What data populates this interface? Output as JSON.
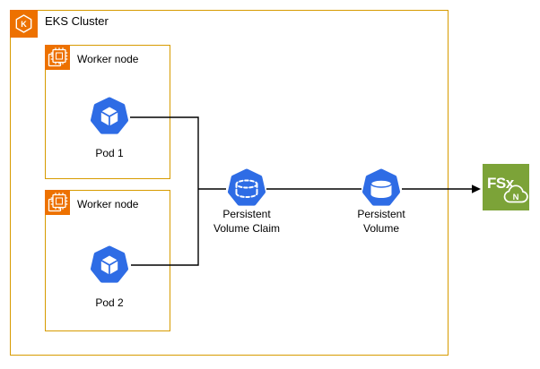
{
  "diagram": {
    "cluster": {
      "label": "EKS Cluster",
      "icon": "eks-kubernetes-icon",
      "icon_letter": "K"
    },
    "worker_nodes": [
      {
        "label": "Worker node",
        "icon": "compute-chip-icon",
        "pod": {
          "label": "Pod 1",
          "icon": "k8s-pod-icon"
        }
      },
      {
        "label": "Worker node",
        "icon": "compute-chip-icon",
        "pod": {
          "label": "Pod 2",
          "icon": "k8s-pod-icon"
        }
      }
    ],
    "pvc": {
      "label_line1": "Persistent",
      "label_line2": "Volume Claim",
      "icon": "k8s-pvc-icon"
    },
    "pv": {
      "label_line1": "Persistent",
      "label_line2": "Volume",
      "icon": "k8s-pv-icon"
    },
    "fsx": {
      "label": "FSx",
      "badge_letter": "N",
      "icon": "fsx-netapp-ontap-icon"
    },
    "connections": [
      "Pod 1 -> Persistent Volume Claim",
      "Pod 2 -> Persistent Volume Claim",
      "Persistent Volume Claim -> Persistent Volume",
      "Persistent Volume -> FSx (arrow)"
    ]
  },
  "colors": {
    "aws_orange": "#ED7100",
    "group_border": "#D79B00",
    "k8s_blue": "#2E6CE5",
    "fsx_green": "#7CA338",
    "connector": "#000000"
  }
}
